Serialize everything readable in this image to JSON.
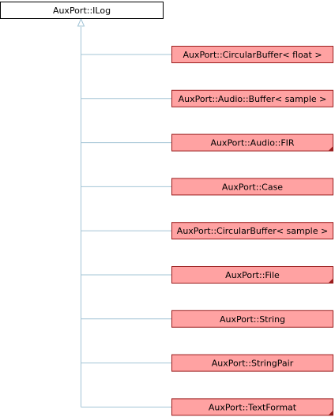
{
  "diagram": {
    "base": {
      "label": "AuxPort::ILog"
    },
    "derived": [
      {
        "label": "AuxPort::CircularBuffer< float >",
        "has_more": false
      },
      {
        "label": "AuxPort::Audio::Buffer< sample >",
        "has_more": false
      },
      {
        "label": "AuxPort::Audio::FIR",
        "has_more": true
      },
      {
        "label": "AuxPort::Case",
        "has_more": false
      },
      {
        "label": "AuxPort::CircularBuffer< sample >",
        "has_more": false
      },
      {
        "label": "AuxPort::File",
        "has_more": true
      },
      {
        "label": "AuxPort::String",
        "has_more": false
      },
      {
        "label": "AuxPort::StringPair",
        "has_more": false
      },
      {
        "label": "AuxPort::TextFormat",
        "has_more": true
      }
    ],
    "colors": {
      "base_fill": "#ffffff",
      "base_stroke": "#000000",
      "derived_fill": "#ffa2a2",
      "derived_stroke": "#9a1c1c",
      "edge": "#a3c4d6",
      "truncated_marker": "#9a1c1c"
    }
  }
}
